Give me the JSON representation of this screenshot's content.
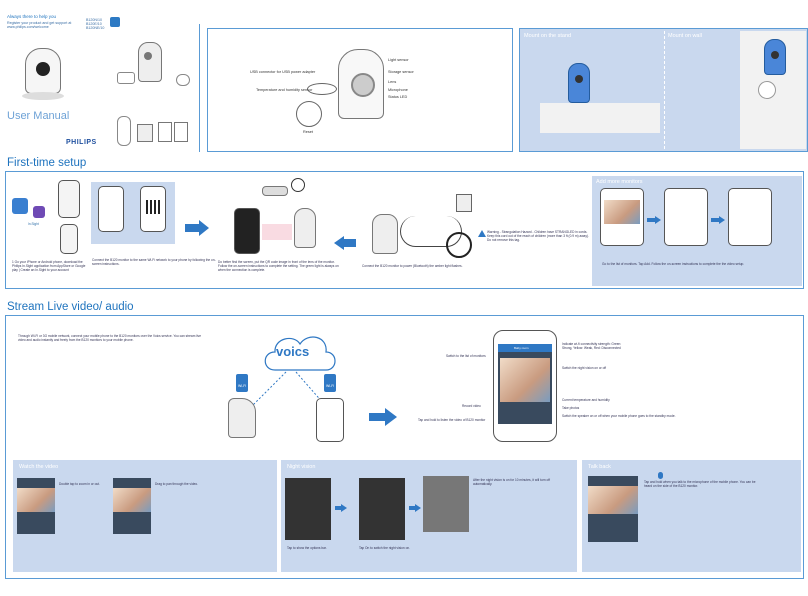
{
  "cover": {
    "help_line": "Always there to help you",
    "help_sub1": "Register your product and get support at",
    "help_sub2": "www.philips.com/welcome",
    "models": [
      "B120N/10",
      "B120E/10",
      "B120NE/10"
    ],
    "manual_title": "User Manual",
    "brand": "PHILIPS"
  },
  "parts": {
    "usb": "USB connector for USB power adapter",
    "temp": "Temperature and humidity sensor",
    "reset": "Reset",
    "light": "Light sensor",
    "storage": "Storage sensor",
    "lens": "Lens",
    "mic": "Microphone",
    "led": "Status LED"
  },
  "mount": {
    "stand": "Mount on the stand",
    "wall": "Mount on wall"
  },
  "setup": {
    "title": "First-time setup",
    "app_label": "In.Sight",
    "step1": "1 Go your iPhone or Android phone, download the Philips In.Sight application from AppStore or Google play  |  Create an In.Sight to your account",
    "step2": "Connect the B120 monitor to the same Wi-Fi network to your phone by following the on-screen instructions.",
    "step3": "Do better find the screen, put the QR code image in front of the lens of the monitor. Follow the on-screen instructions to complete the setting. The green light is always on when the connection is complete.",
    "step4": "Connect the B120 monitor to power (Bluetooth) the amber light flashes.",
    "warning": "Warning - Strangulation Hazard - Children have STRANGLED in cords. Keep this cord out of the reach of children (more than 3 ft (0.9 m) away). Do not remove this tag.",
    "add_title": "Add more monitors",
    "add_text": "Go to the list of monitors. Tap Add. Follow the on-screen instructions to complete the the video setup."
  },
  "stream": {
    "title": "Stream Live video/ audio",
    "intro": "Through Wi-Fi or 3G mobile network, connect your mobile phone to the B120 monitors over the Voics service. You can stream live video and audio instantly and freely from the B120 monitors to your mobile phone.",
    "cloud": "voics",
    "wifi_badge": "Wi-Fi",
    "phone_title": "Baby room",
    "callouts_left": [
      "Switch to the list of monitors",
      "Record video",
      "Tap and hold to listen the video of B120 monitor"
    ],
    "callouts_right": [
      "Indicate wi-fi connectivity strength: Green: Strong, Yellow: Weak, Red: Disconnected",
      "Switch the night vision on or off",
      "Current temperature and humidity",
      "Take photos",
      "Switch the speaker on or off when your mobile phone goes to the standby mode."
    ]
  },
  "panels": {
    "watch": {
      "title": "Watch the video",
      "text1": "Double tap to zoom in or out.",
      "text2": "Drag to pan through the video."
    },
    "night": {
      "title": "Night vision",
      "text1": "Tap to show the options bar.",
      "text2": "Tap On to switch the night vision on.",
      "text3": "After the night vision is on for 10 minutes, it will turn off automatically."
    },
    "talk": {
      "title": "Talk back",
      "text": "Tap and hold  when you talk to the microphone of the mobile phone. You can be heard on the side of the B120 monitor."
    }
  }
}
